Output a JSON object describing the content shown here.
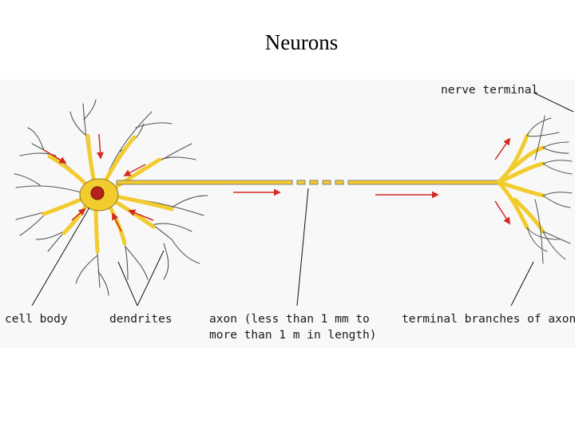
{
  "title": "Neurons",
  "diagram": {
    "labels": {
      "nerve_terminal": "nerve terminal",
      "cell_body": "cell body",
      "dendrites": "dendrites",
      "axon_line1": "axon (less than 1 mm to",
      "axon_line2": "more than 1 m in length)",
      "terminal_branches": "terminal branches of axon"
    },
    "colors": {
      "neuron_fill": "#f2cc2e",
      "nucleus": "#b5221c",
      "arrows": "#d32a22",
      "outline": "#444444"
    }
  }
}
